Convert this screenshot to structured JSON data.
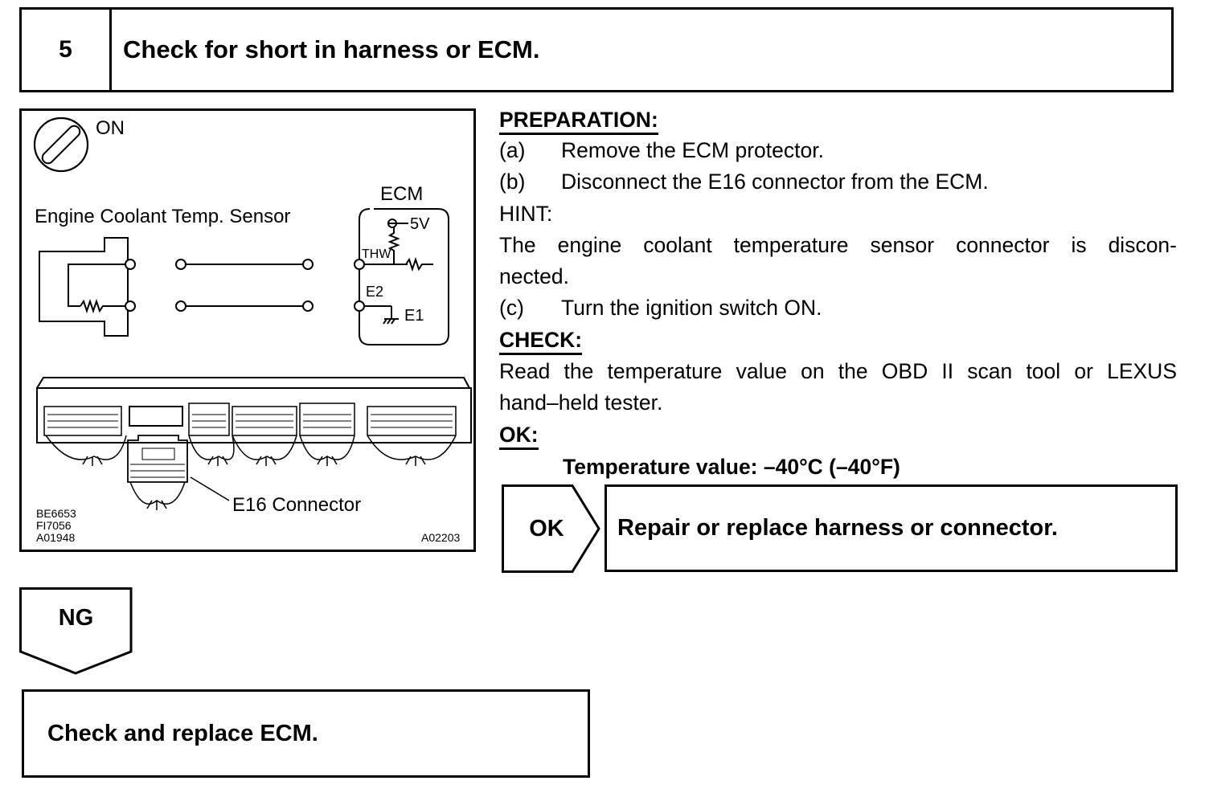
{
  "step": {
    "number": "5",
    "title": "Check for short in harness or ECM."
  },
  "figure": {
    "ignition_label": "ON",
    "sensor_label": "Engine Coolant Temp. Sensor",
    "ecm_label": "ECM",
    "voltage_label": "5V",
    "thw_label": "THW",
    "e2_label": "E2",
    "e1_label": "E1",
    "connector_label": "E16 Connector",
    "ref_codes": [
      "BE6653",
      "FI7056",
      "A01948"
    ],
    "figure_id": "A02203"
  },
  "preparation": {
    "heading": "PREPARATION:",
    "steps": [
      {
        "label": "(a)",
        "text": "Remove the ECM protector."
      },
      {
        "label": "(b)",
        "text": "Disconnect the E16 connector from the ECM."
      }
    ],
    "hint_heading": "HINT:",
    "hint_lines": [
      "The engine coolant temperature sensor connector is discon-",
      "nected."
    ],
    "step_c": {
      "label": "(c)",
      "text": "Turn the ignition switch ON."
    }
  },
  "check": {
    "heading": "CHECK:",
    "lines": [
      "Read the temperature value on the OBD II scan tool or LEXUS",
      "hand–held tester."
    ]
  },
  "ok_criteria": {
    "heading": "OK:",
    "value": "Temperature value: –40°C (–40°F)"
  },
  "results": {
    "ok_tag": "OK",
    "ok_action": "Repair or replace harness or connector.",
    "ng_tag": "NG",
    "ng_action": "Check and replace ECM."
  }
}
